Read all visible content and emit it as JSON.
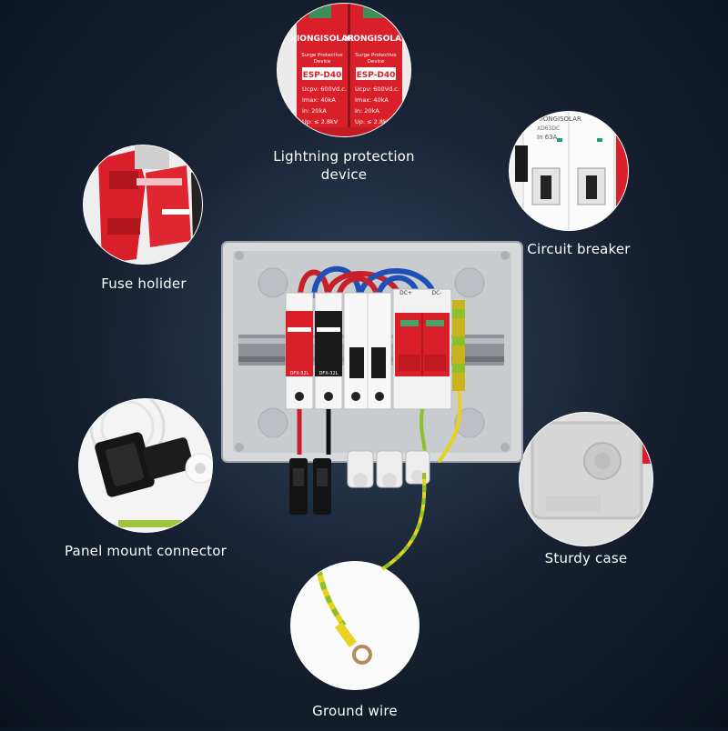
{
  "callouts": {
    "lightning_protection": "Lightning protection device",
    "circuit_breaker": "Circuit breaker",
    "fuse_holder": "Fuse holider",
    "panel_mount_connector": "Panel mount connector",
    "sturdy_case": "Sturdy case",
    "ground_wire": "Ground wire"
  },
  "device_text": {
    "brand": "XIONGISOLAR",
    "spd_name": "Surge Protective Device",
    "spd_model": "ESP-D40",
    "spd_specs": [
      "Ucpv: 600Vd.c.",
      "Imax: 40kA",
      "In: 20kA",
      "Up: ≤ 2.8kV"
    ],
    "dc_plus": "DC+",
    "dc_minus": "DC-",
    "fuse_model": "DFX-32L",
    "breaker_rating": "In 63A",
    "breaker_sub": "XD63DC"
  },
  "colors": {
    "background": "#172233",
    "case": "#d7d9db",
    "spd_red": "#d9202a",
    "wire_red": "#c8202a",
    "wire_blue": "#1f4fb8",
    "ground_green": "#8fbf2a",
    "ground_yellow": "#e6d21a"
  }
}
